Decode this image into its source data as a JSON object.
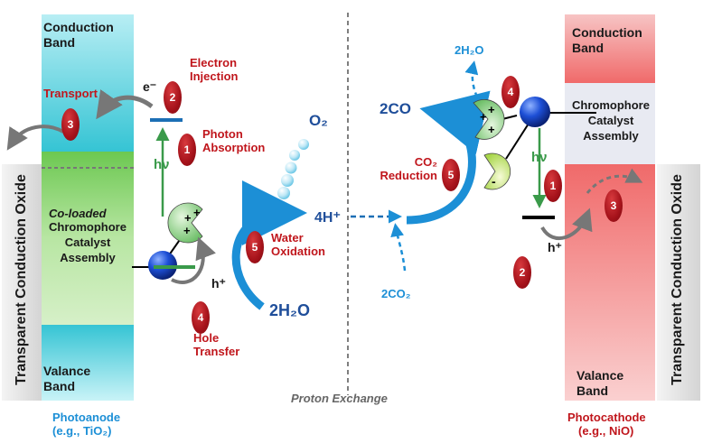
{
  "photoanode": {
    "conduction_band": "Conduction Band",
    "valance_band": "Valance Band",
    "co_loaded": "Co-loaded",
    "assembly": "Chromophore Catalyst Assembly",
    "tco": "Transparent Conduction Oxide",
    "name": "Photoanode",
    "example": "(e.g., TiO₂)"
  },
  "photocathode": {
    "conduction_band": "Conduction Band",
    "valance_band": "Valance Band",
    "assembly": "Chromophore Catalyst Assembly",
    "tco": "Transparent Conduction Oxide",
    "name": "Photocathode",
    "example": "(e.g., NiO)"
  },
  "labels": {
    "transport": "Transport",
    "electron": "e⁻",
    "electron_injection": "Electron Injection",
    "photon_absorption": "Photon Absorption",
    "hv": "hν",
    "hplus": "h⁺",
    "hole_transfer": "Hole Transfer",
    "water_oxidation": "Water Oxidation",
    "o2": "O₂",
    "h2o": "2H₂O",
    "four_h": "4H⁺",
    "co": "2CO",
    "co2_reduction": "CO₂ Reduction",
    "two_co2": "2CO₂",
    "two_h2o_top": "2H₂O",
    "proton_exchange": "Proton Exchange"
  },
  "steps": {
    "a1": "1",
    "a2": "2",
    "a3": "3",
    "a4": "4",
    "a5": "5",
    "c1": "1",
    "c2": "2",
    "c3": "3",
    "c4": "4",
    "c5": "5"
  },
  "colors": {
    "anode_cb": "#3cc7d6",
    "anode_assembly": "#8fd36a",
    "cathode_cb": "#f27c7c",
    "cathode_assembly": "#e6e8f2",
    "label_red": "#c0161c",
    "arrow_blue": "#1c8fd6",
    "dark_blue": "#1f4e9a",
    "green": "#3a9a4a"
  }
}
